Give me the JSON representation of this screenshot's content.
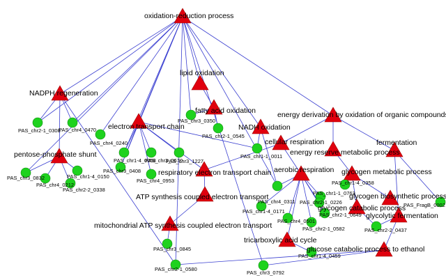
{
  "palette": {
    "edge": "#3a3fd0",
    "term": "#e0000e",
    "gene": "#1ed21e"
  },
  "terms": [
    {
      "id": "t_redox",
      "label": "oxidation-reduction process"
    },
    {
      "id": "t_lipid",
      "label": "lipid oxidation"
    },
    {
      "id": "t_nadph",
      "label": "NADPH regeneration"
    },
    {
      "id": "t_fatty",
      "label": "fatty acid oxidation"
    },
    {
      "id": "t_energy",
      "label": "energy derivation by oxidation of organic compounds"
    },
    {
      "id": "t_etc",
      "label": "electron transport chain"
    },
    {
      "id": "t_nadh",
      "label": "NADH oxidation"
    },
    {
      "id": "t_cellresp",
      "label": "cellular respiration"
    },
    {
      "id": "t_reserve",
      "label": "energy reserve metabolic process"
    },
    {
      "id": "t_ferment",
      "label": "fermentation"
    },
    {
      "id": "t_ppp",
      "label": "pentose-phosphate shunt"
    },
    {
      "id": "t_retc",
      "label": "respiratory electron transport chain"
    },
    {
      "id": "t_aerobic",
      "label": "aerobic respiration"
    },
    {
      "id": "t_glycmeta",
      "label": "glycogen metabolic process"
    },
    {
      "id": "t_atpsyn",
      "label": "ATP synthesis coupled electron transport"
    },
    {
      "id": "t_glycbio",
      "label": "glycogen biosynthetic process"
    },
    {
      "id": "t_glyccat",
      "label": "glycogen catabolic process"
    },
    {
      "id": "t_glycoferm",
      "label": "glycolytic fermentation"
    },
    {
      "id": "t_mito",
      "label": "mitochondrial ATP synthesis coupled electron transport"
    },
    {
      "id": "t_tca",
      "label": "tricarboxylic acid cycle"
    },
    {
      "id": "t_glucose",
      "label": "glucose catabolic process to ethanol"
    }
  ],
  "genes": [
    {
      "id": "g_c2_0308",
      "label": "PAS_chr2-1_0308"
    },
    {
      "id": "g_c4_0470",
      "label": "PAS_chr4_0470"
    },
    {
      "id": "g_c4_0240",
      "label": "PAS_chr4_0240"
    },
    {
      "id": "g_c3_0350",
      "label": "PAS_chr3_0350"
    },
    {
      "id": "g_c2_0545",
      "label": "PAS_chr2-1_0545"
    },
    {
      "id": "g_c1_0011",
      "label": "PAS_chr1-1_0011"
    },
    {
      "id": "g_c3_0832",
      "label": "PAS_chr3_0832"
    },
    {
      "id": "g_c1_0150",
      "label": "PAS_chr1-4_0150"
    },
    {
      "id": "g_c4_0212",
      "label": "PAS_chr4_0212"
    },
    {
      "id": "g_c2_0338",
      "label": "PAS_chr2-2_0338"
    },
    {
      "id": "g_c1_0058",
      "label": "PAS_chr1-4_0058"
    },
    {
      "id": "g_c3_0670",
      "label": "PAS_chr3_0670"
    },
    {
      "id": "g_c3_1227",
      "label": "PAS_chr3_1227"
    },
    {
      "id": "g_c3_0408",
      "label": "PAS_chr3_0408"
    },
    {
      "id": "g_c4_0953",
      "label": "PAS_chr4_0953"
    },
    {
      "id": "g_c1_0358",
      "label": "PAS_chr1-4_0358"
    },
    {
      "id": "g_c1_0763",
      "label": "PAS_chr1-1_0763"
    },
    {
      "id": "g_c4_0311",
      "label": "PAS_chr4_0311"
    },
    {
      "id": "g_c2_0226",
      "label": "PAS_chr2-1_0226"
    },
    {
      "id": "g_frag_0002",
      "label": "PAS_FragB_0002"
    },
    {
      "id": "g_c1_0171",
      "label": "PAS_chr1-4_0171"
    },
    {
      "id": "g_c2_0649",
      "label": "PAS_chr2-1_0649"
    },
    {
      "id": "g_c4_0501",
      "label": "PAS_chr4_0501"
    },
    {
      "id": "g_c2_0582",
      "label": "PAS_chr2-1_0582"
    },
    {
      "id": "g_c2_0437",
      "label": "PAS_chr2-2_0437"
    },
    {
      "id": "g_c3_0845",
      "label": "PAS_chr3_0845"
    },
    {
      "id": "g_c1_0459",
      "label": "PAS_chr1-4_0459"
    },
    {
      "id": "g_c2_0580",
      "label": "PAS_chr2-1_0580"
    },
    {
      "id": "g_c3_0792",
      "label": "PAS_chr3_0792"
    }
  ]
}
